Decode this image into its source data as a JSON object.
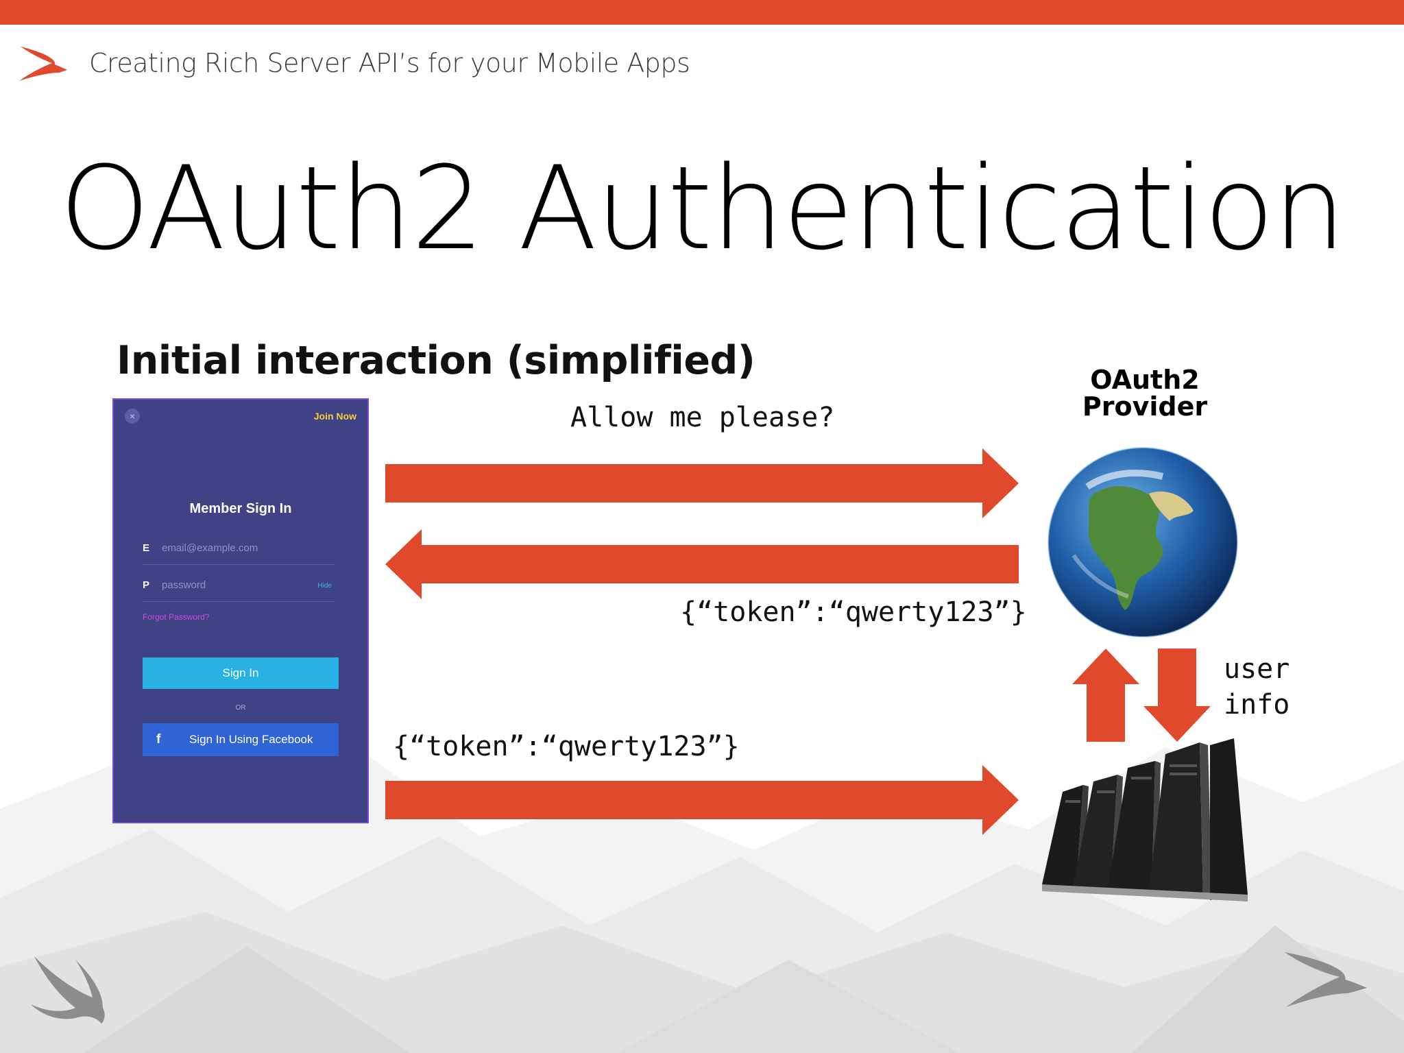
{
  "header": {
    "title": "Creating Rich Server API’s for your Mobile Apps"
  },
  "slide": {
    "title": "OAuth2 Authentication",
    "subtitle": "Initial interaction (simplified)"
  },
  "diagram": {
    "provider_label": "OAuth2\nProvider",
    "request_label": "Allow me please?",
    "token_response_label": "{“token”:“qwerty123”}",
    "token_send_label": "{“token”:“qwerty123”}",
    "user_info_label": "user\ninfo"
  },
  "phone": {
    "close_icon": "×",
    "join_label": "Join Now",
    "heading": "Member Sign In",
    "email_key": "E",
    "email_placeholder": "email@example.com",
    "password_key": "P",
    "password_placeholder": "password",
    "hide_label": "Hide",
    "forgot_label": "Forgot Password?",
    "signin_label": "Sign In",
    "or_label": "OR",
    "facebook_icon": "f",
    "facebook_label": "Sign In Using Facebook"
  },
  "colors": {
    "accent": "#e0492b",
    "phone_bg": "#3f4385",
    "signin_button": "#28b2e4",
    "facebook_button": "#2f64d6"
  }
}
